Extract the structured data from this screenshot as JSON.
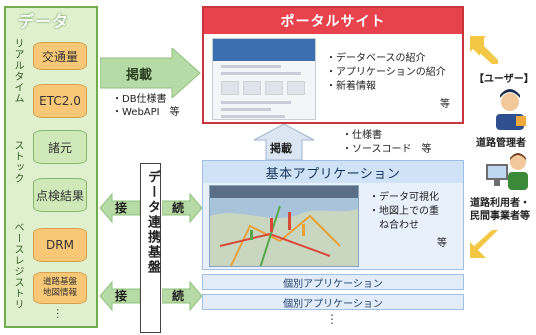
{
  "data_panel": {
    "title": "データ",
    "side_labels": [
      "リアルタイム",
      "ストック",
      "ベースレジストリ"
    ],
    "items": [
      "交通量",
      "ETC2.0",
      "諸元",
      "点検結果",
      "DRM",
      "道路基盤\n地図情報"
    ],
    "more": "…"
  },
  "publish_top": {
    "label": "掲載",
    "notes": [
      "・DB仕様書",
      "・WebAPI　等"
    ]
  },
  "portal": {
    "title": "ポータルサイト",
    "features": [
      "・データベースの紹介",
      "・アプリケーションの紹介",
      "・新着情報"
    ],
    "etc": "等"
  },
  "publish_mid": {
    "label": "掲載",
    "notes": [
      "・仕様書",
      "・ソースコード　等"
    ]
  },
  "basic_app": {
    "title": "基本アプリケーション",
    "features": [
      "・データ可視化",
      "・地図上での重",
      "　ね合わせ"
    ],
    "etc": "等"
  },
  "individual_apps": [
    "個別アプリケーション",
    "個別アプリケーション"
  ],
  "more_apps": "⋮",
  "linkage": {
    "label": "データ連携基盤",
    "connect_left": "接",
    "connect_right": "続"
  },
  "users": {
    "header": "【ユーザー】",
    "road_admin": "道路管理者",
    "road_users": [
      "道路利用者・",
      "民間事業者等"
    ]
  },
  "colors": {
    "data_green": "#6fae4a",
    "portal_red": "#e8424d",
    "app_blue": "#cfe2f6",
    "user_arrow": "#f3c744"
  }
}
